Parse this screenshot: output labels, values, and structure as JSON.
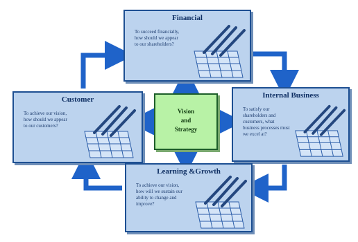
{
  "diagram": {
    "center": {
      "line1": "Vision",
      "line2": "and",
      "line3": "Strategy"
    },
    "boxes": {
      "financial": {
        "title": "Financial",
        "text": "To succeed financially, how should we appear to our shareholders?"
      },
      "customer": {
        "title": "Customer",
        "text": "To achieve our vision, how should we appear to our customers?"
      },
      "internal": {
        "title": "Internal Business",
        "text": "To satisfy our shareholders and customers, what business processes must we excel at?"
      },
      "learning": {
        "title": "Learning &Growth",
        "text": "To achieve our vision, how will we sustain our ability to change and improve?"
      }
    },
    "colors": {
      "box_fill": "#bcd3ee",
      "box_border": "#1d4f92",
      "arrow": "#1f63c9",
      "center_fill": "#b8f2a6"
    }
  }
}
